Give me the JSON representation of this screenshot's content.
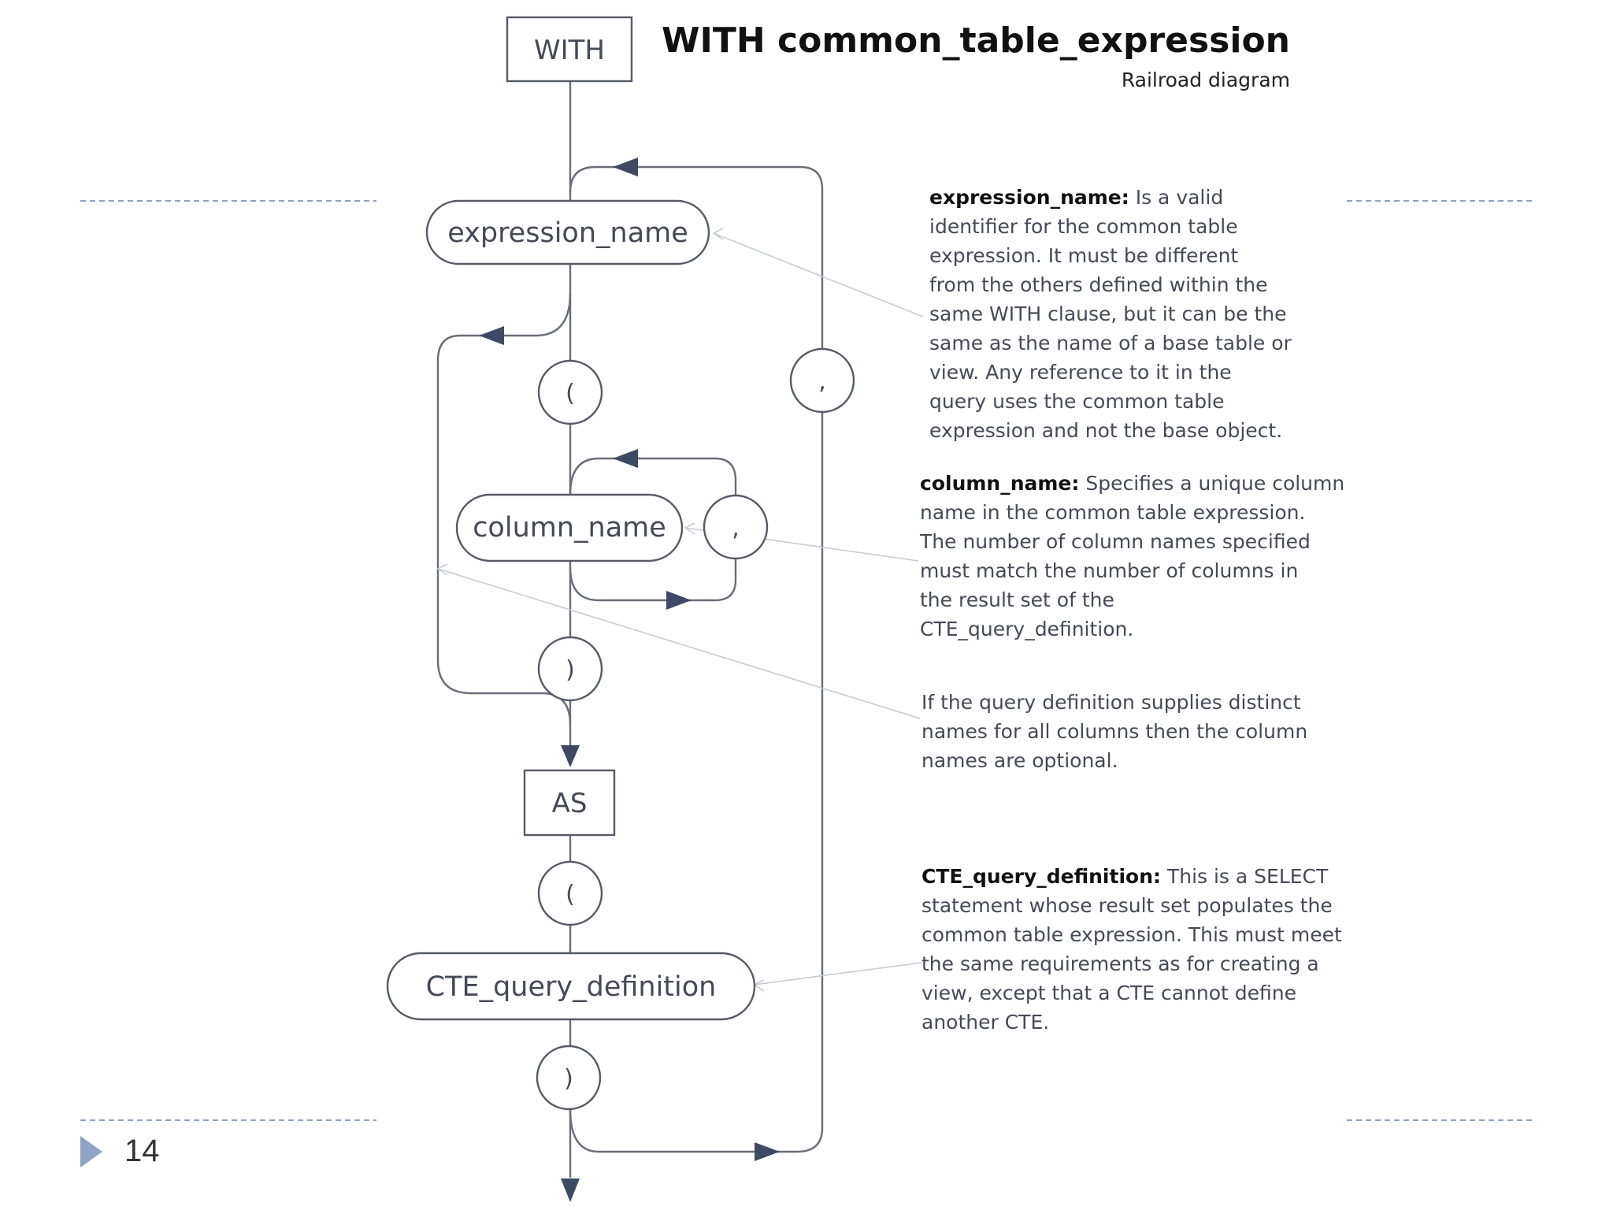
{
  "title": "WITH common_table_expression",
  "subtitle": "Railroad diagram",
  "slide_number": "14",
  "nodes": {
    "with_kw": "WITH",
    "expression_name": "expression_name",
    "open_paren_1": "(",
    "column_name": "column_name",
    "column_comma": ",",
    "close_paren_1": ")",
    "as_kw": "AS",
    "open_paren_2": "(",
    "cte_query_definition": "CTE_query_definition",
    "close_paren_2": ")",
    "cte_comma": ","
  },
  "descriptions": [
    {
      "term": "expression_name:",
      "lines": [
        "Is a valid",
        "identifier for the common table",
        "expression. It must be different",
        "from the others defined within the",
        "same WITH  clause, but it can be the",
        "same as the name of a base table or",
        "view. Any reference to it  in the",
        "query uses the common table",
        "expression and not the base object."
      ]
    },
    {
      "term": "column_name:",
      "lines": [
        "Specifies a unique column",
        "name in the common table expression.",
        "The number of column names specified",
        "must match the number of columns in",
        "the result set of the",
        "CTE_query_definition."
      ]
    },
    {
      "term": "",
      "lines": [
        "If the query definition supplies distinct",
        "names for all  columns then the column",
        "names are optional."
      ]
    },
    {
      "term": "CTE_query_definition:",
      "lines": [
        "This is a SELECT",
        "statement whose result set populates the",
        "common table expression. This must meet",
        "the same requirements as for creating a",
        "view, except that  a CTE cannot define",
        "another CTE."
      ]
    }
  ],
  "colors": {
    "rail": "#6a6d78",
    "arrow": "#3e4a63",
    "rule": "#8fa3bf",
    "bullet": "#8fa3c4"
  }
}
